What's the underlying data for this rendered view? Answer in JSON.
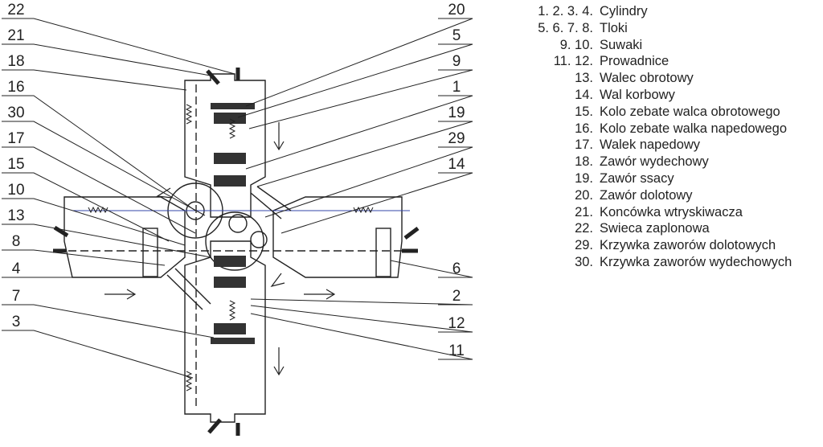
{
  "callouts_left": [
    "22",
    "21",
    "18",
    "16",
    "30",
    "17",
    "15",
    "10",
    "13",
    "8",
    "4",
    "7",
    "3"
  ],
  "callouts_right": [
    "20",
    "5",
    "9",
    "1",
    "19",
    "29",
    "14",
    "6",
    "2",
    "12",
    "11"
  ],
  "legend": [
    {
      "num": "1. 2. 3. 4.",
      "text": "Cylindry"
    },
    {
      "num": "5. 6. 7. 8.",
      "text": "Tloki"
    },
    {
      "num": "9. 10.",
      "text": "Suwaki"
    },
    {
      "num": "11. 12.",
      "text": " Prowadnice"
    },
    {
      "num": "13.",
      "text": "Walec obrotowy"
    },
    {
      "num": "14.",
      "text": "Wal korbowy"
    },
    {
      "num": "15.",
      "text": "Kolo zebate walca obrotowego"
    },
    {
      "num": "16.",
      "text": "Kolo zebate walka napedowego"
    },
    {
      "num": "17.",
      "text": "Walek napedowy"
    },
    {
      "num": "18.",
      "text": "Zawór wydechowy"
    },
    {
      "num": "19.",
      "text": "Zawór ssacy"
    },
    {
      "num": "20.",
      "text": "Zawór dolotowy"
    },
    {
      "num": "21.",
      "text": "Koncówka wtryskiwacza"
    },
    {
      "num": "22.",
      "text": "Swieca zaplonowa"
    },
    {
      "num": "29.",
      "text": "Krzywka zaworów dolotowych"
    },
    {
      "num": "30.",
      "text": "Krzywka zaworów wydechowych"
    }
  ]
}
